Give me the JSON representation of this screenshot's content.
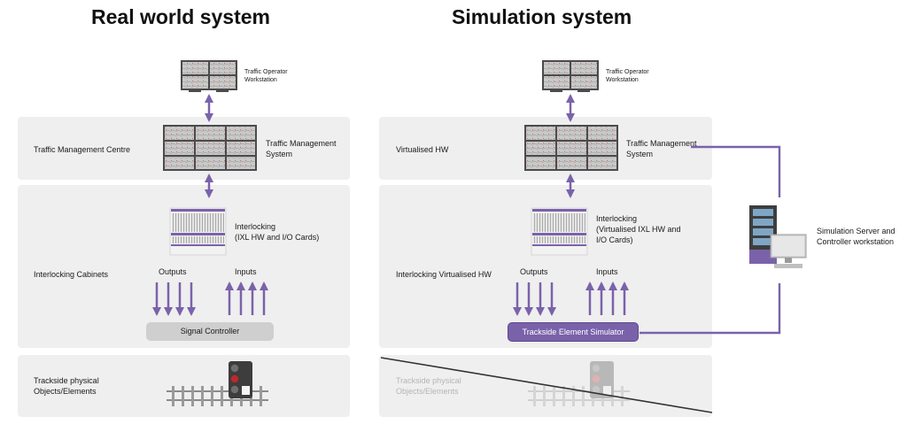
{
  "titles": {
    "left": "Real world system",
    "right": "Simulation system"
  },
  "left": {
    "operator_label_1": "Traffic Operator",
    "operator_label_2": "Workstation",
    "tmc_panel_label": "Traffic Management Centre",
    "tms_label_1": "Traffic Management",
    "tms_label_2": "System",
    "interlocking_label_1": "Interlocking",
    "interlocking_label_2": "(IXL HW and I/O Cards)",
    "cabinet_panel_label": "Interlocking Cabinets",
    "outputs_label": "Outputs",
    "inputs_label": "Inputs",
    "controller_label": "Signal Controller",
    "trackside_label_1": "Trackside physical",
    "trackside_label_2": "Objects/Elements"
  },
  "right": {
    "operator_label_1": "Traffic Operator",
    "operator_label_2": "Workstation",
    "tmc_panel_label": "Virtualised HW",
    "tms_label_1": "Traffic Management",
    "tms_label_2": "System",
    "interlocking_label_1": "Interlocking",
    "interlocking_label_2": "(Virtualised IXL HW and",
    "interlocking_label_3": "I/O Cards)",
    "cabinet_panel_label": "Interlocking Virtualised HW",
    "outputs_label": "Outputs",
    "inputs_label": "Inputs",
    "simulator_label": "Trackside Element Simulator",
    "trackside_label_1": "Trackside physical",
    "trackside_label_2": "Objects/Elements",
    "server_label_1": "Simulation Server and",
    "server_label_2": "Controller workstation"
  },
  "colors": {
    "accent": "#7a62aa",
    "panel": "#efefef",
    "controller": "#cfcfcf",
    "faded_text": "#b5b5b5"
  }
}
